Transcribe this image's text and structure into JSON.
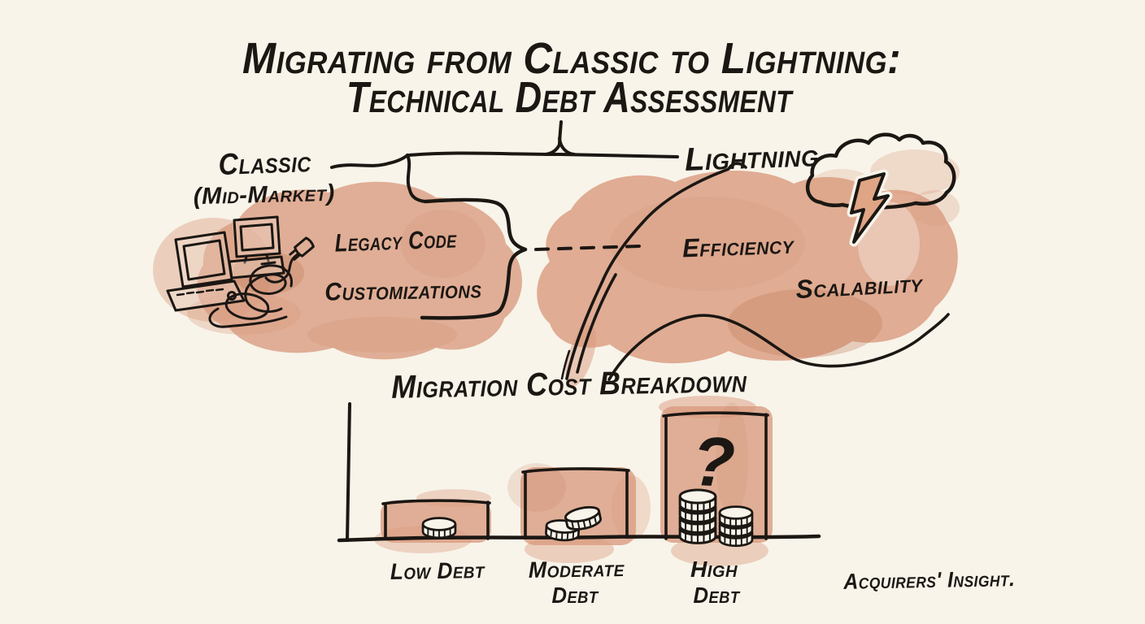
{
  "colors": {
    "paper": "#f8f4ea",
    "ink": "#1b1713",
    "wash": "#d99a7d",
    "wash_dark": "#c07c5c",
    "wash_light": "#ecc4ae"
  },
  "title": {
    "line1": "Migrating from Classic to Lightning:",
    "line2": "Technical Debt Assessment"
  },
  "left": {
    "label": "Classic",
    "sublabel": "(Mid-Market)",
    "tags": [
      "Legacy Code",
      "Customizations"
    ],
    "icon": "legacy-computers-icon"
  },
  "right": {
    "label": "Lightning",
    "tags": [
      "Efficiency",
      "Scalability"
    ],
    "icon": "storm-cloud-lightning-icon"
  },
  "chart_data": {
    "type": "bar",
    "title": "Migration Cost Breakdown",
    "categories": [
      "Low Debt",
      "Moderate Debt",
      "High Debt"
    ],
    "values": [
      1,
      1.9,
      3.5
    ],
    "values_note": "hand-drawn chart with no numeric axis; values are relative bar heights",
    "coin_counts": [
      1,
      2,
      7
    ],
    "annotations": [
      "?"
    ],
    "xlabel": "",
    "ylabel": "",
    "legend": false,
    "category_display": [
      [
        "Low Debt"
      ],
      [
        "Moderate",
        "Debt"
      ],
      [
        "High",
        "Debt"
      ]
    ]
  },
  "footer": {
    "credit": "Acquirers' Insight."
  }
}
